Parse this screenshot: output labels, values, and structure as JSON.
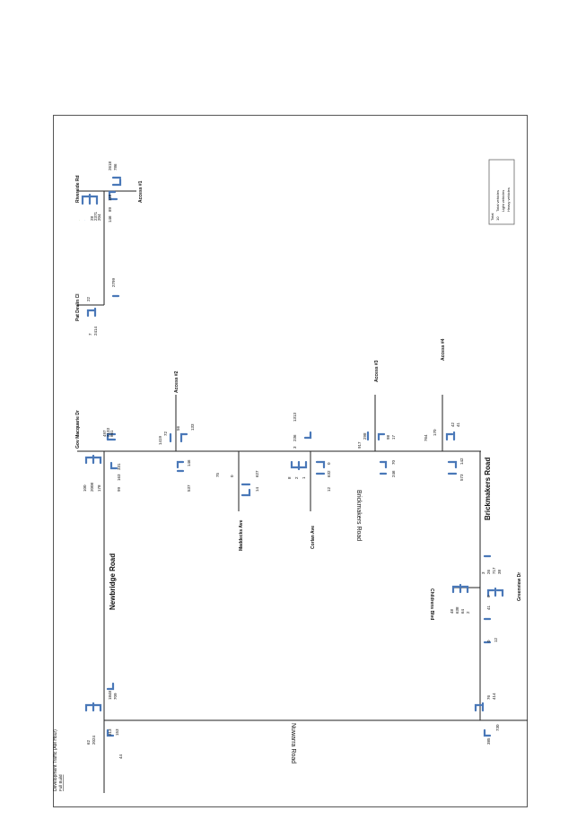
{
  "title": "Development Traffic (AM Hour)",
  "subtitle": "Full Build",
  "colors": {
    "road": "#222222",
    "arrow": "#4a78b8",
    "total": "#222222",
    "light": "#6fa3d8",
    "heavy": "#8fbf5a"
  },
  "legend": {
    "title": "Total",
    "items": [
      "Total vehicles",
      "Light vehicles",
      "Heavy vehicles"
    ],
    "sample": "10"
  },
  "roads": {
    "newbridge": "Newbridge Road",
    "newbridge_lower": "Newbridge Road",
    "brickmakers": "Brickmakers Road",
    "brickmakers2": "Brickmakers Road",
    "nuwarra": "Nuwarra Road",
    "nuwarra2": "Nuwarra Road",
    "gov_macquarie": "Gov Macquarie Dr",
    "riverside": "Riverside Rd",
    "pat_devlin": "Pat Devlin Cl",
    "access1": "Access #1",
    "access2": "Access #2",
    "access3": "Access #3",
    "access4": "Access #4",
    "maddecks": "Maddecks Ave",
    "corlan": "Corlan Ave",
    "chelsea": "Childrens Blvd",
    "greenview": "Greenview Dr"
  },
  "volumes": {
    "riverside_a": [
      "28",
      "2371",
      "204"
    ],
    "riverside_b": [
      "146",
      "89",
      "118"
    ],
    "riverside_c": [
      "2618",
      "786"
    ],
    "pat_devlin_a": [
      "7",
      "2414"
    ],
    "pat_devlin_b": [
      "22"
    ],
    "midline": [
      "2799"
    ],
    "gov_a": [
      "100",
      "2008",
      "178"
    ],
    "gov_b": [
      "497",
      "2133",
      "861"
    ],
    "gov_c": [
      "99",
      "163",
      "331"
    ],
    "gov_d": [
      "1419",
      "72"
    ],
    "access2": [
      "56",
      "133"
    ],
    "maddecks_a": [
      "537",
      "146"
    ],
    "maddecks_b": [
      "75",
      "0"
    ],
    "maddecks_c": [
      "14",
      "627"
    ],
    "corlan_a": [
      "8",
      "2",
      "1"
    ],
    "corlan_b": [
      "1313",
      "236",
      "3"
    ],
    "corlan_c": [
      "0",
      "632",
      "12"
    ],
    "access3_a": [
      "917",
      "298"
    ],
    "access3_b": [
      "98",
      "17"
    ],
    "access3_c": [
      "70",
      "246"
    ],
    "access4_a": [
      "42",
      "41"
    ],
    "access4_b": [
      "764",
      "170"
    ],
    "access4_c": [
      "142",
      "573"
    ],
    "children_a": [
      "48",
      "638",
      "64",
      "2"
    ],
    "children_b": [
      "0",
      "41",
      "0",
      "12"
    ],
    "greenview_a": [
      "3",
      "26",
      "717",
      "38"
    ],
    "nuwarra_a": [
      "1848",
      "709"
    ],
    "nuwarra_b": [
      "313",
      "153"
    ],
    "nuwarra_c": [
      "62",
      "2024"
    ],
    "nuwarra_d": [
      "44"
    ],
    "nuwarra_e": [
      "76",
      "414"
    ],
    "nuwarra_f": [
      "385",
      "730"
    ]
  }
}
